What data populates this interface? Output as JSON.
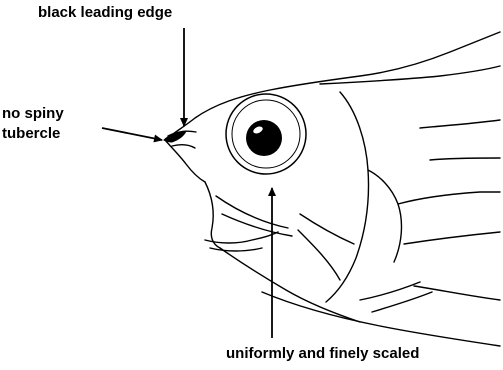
{
  "labels": {
    "top": "black leading edge",
    "left_line1": "no spiny",
    "left_line2": "tubercle",
    "bottom": "uniformly and finely scaled"
  },
  "colors": {
    "ink": "#000000",
    "background": "#ffffff"
  }
}
